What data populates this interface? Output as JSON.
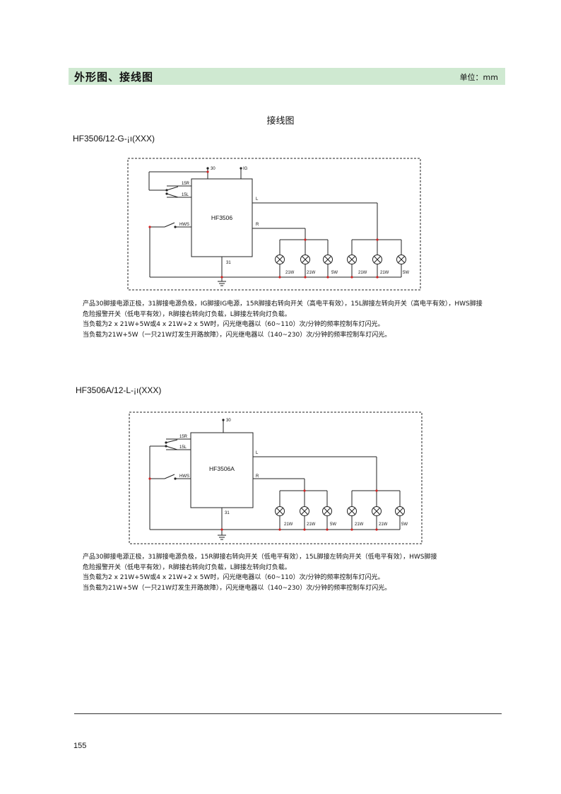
{
  "header": {
    "title": "外形图、接线图",
    "unit": "单位：mm"
  },
  "section_title": "接线图",
  "diagrams": [
    {
      "model": "HF3506/12-G-¡ı(XXX)",
      "chip": "HF3506",
      "pins": {
        "p30": "30",
        "ig": "IG",
        "p15r": "15R",
        "p15l": "15L",
        "hws": "HWS",
        "l": "L",
        "r": "R",
        "p31": "31"
      },
      "lamps": [
        "21W",
        "21W",
        "5W",
        "21W",
        "21W",
        "5W"
      ],
      "desc": [
        "产品30脚接电源正极，31脚接电源负极，IG脚接IG电源，15R脚接右转向开关（高电平有效），15L脚接左转向开关（高电平有效），HWS脚接",
        "危险报警开关（低电平有效），R脚接右转向灯负载，L脚接左转向灯负载。",
        "当负载为2 x 21W+5W或4 x 21W+2 x 5W时，闪光继电器以（60~110）次/分钟的频率控制车灯闪光。",
        "当负载为21W+5W（一只21W灯发生开路故障），闪光继电器以（140~230）次/分钟的频率控制车灯闪光。"
      ]
    },
    {
      "model": "HF3506A/12-L-¡ı(XXX)",
      "chip": "HF3506A",
      "pins": {
        "p30": "30",
        "p15r": "15R",
        "p15l": "15L",
        "hws": "HWS",
        "l": "L",
        "r": "R",
        "p31": "31"
      },
      "lamps": [
        "21W",
        "21W",
        "5W",
        "21W",
        "21W",
        "5W"
      ],
      "desc": [
        "产品30脚接电源正极，31脚接电源负极，15R脚接右转向开关（低电平有效），15L脚接左转向开关（低电平有效），HWS脚接",
        "危险报警开关（低电平有效），R脚接右转向灯负载，L脚接左转向灯负载。",
        "当负载为2 x 21W+5W或4 x 21W+2 x 5W时，闪光继电器以（60~110）次/分钟的频率控制车灯闪光。",
        "当负载为21W+5W（一只21W灯发生开路故障），闪光继电器以（140~230）次/分钟的频率控制车灯闪光。"
      ]
    }
  ],
  "page_number": "155",
  "colors": {
    "header_bg": "#cfe9d1",
    "node_red": "#d22222"
  }
}
